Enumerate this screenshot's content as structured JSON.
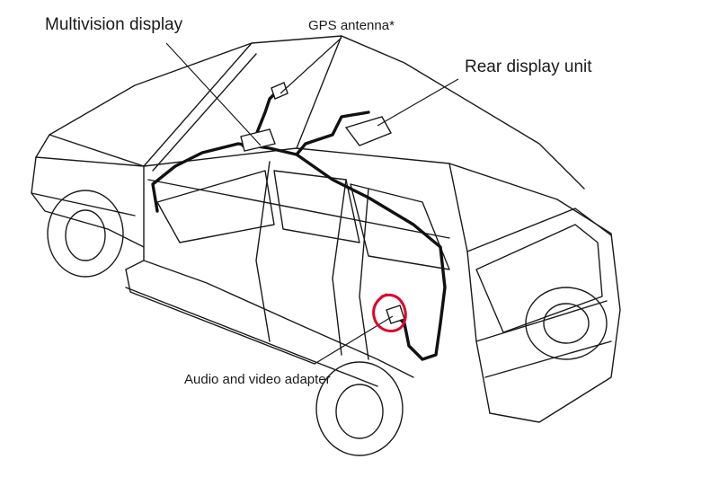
{
  "labels": {
    "multivision_display": "Multivision display",
    "gps_antenna": "GPS antenna*",
    "rear_display_unit": "Rear display unit",
    "av_adapter": "Audio and video adapter"
  },
  "colors": {
    "line": "#1a1a1a",
    "harness": "#111111",
    "highlight": "#e0002a"
  }
}
